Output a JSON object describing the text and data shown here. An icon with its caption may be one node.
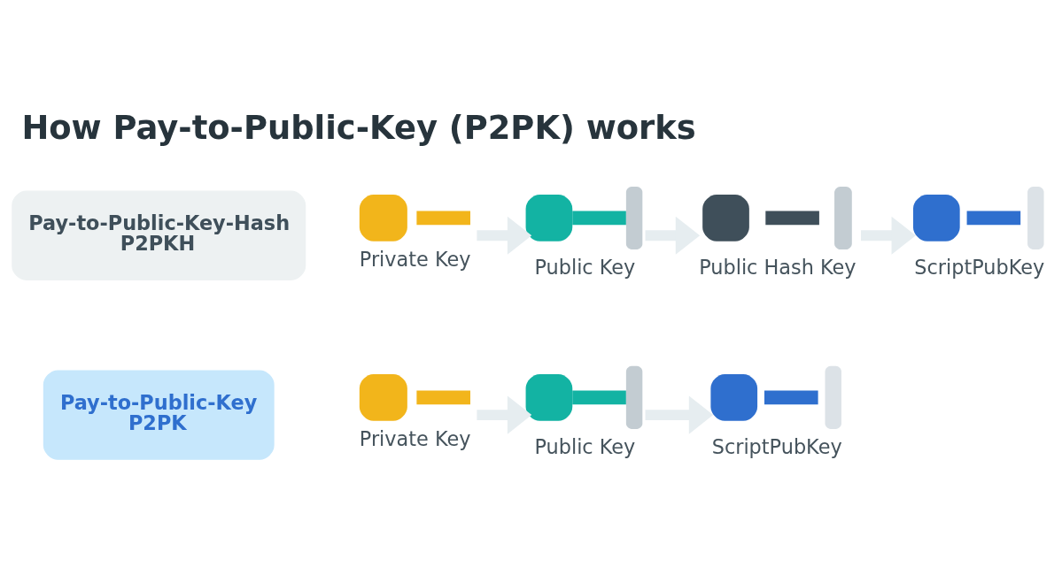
{
  "diagram": {
    "title": "How Pay-to-Public-Key (P2PK) works",
    "nodes": [
      {
        "text": [
          "Pay-to-Public-Key-Hash P2PKH"
        ]
      },
      {
        "text": [
          "Private Key"
        ]
      },
      {
        "text": [
          "Public Key"
        ]
      },
      {
        "text": [
          "Public Hash Key"
        ]
      },
      {
        "text": [
          "ScriptPubKey"
        ]
      },
      {
        "text": [
          "Pay-to-Public-Key P2PK"
        ]
      },
      {
        "text": [
          "Private Key"
        ]
      },
      {
        "text": [
          "Public Key"
        ]
      },
      {
        "text": [
          "ScriptPubKey"
        ]
      }
    ],
    "edges": [
      {
        "from": 1,
        "to": 2,
        "arrow": "to"
      },
      {
        "from": 2,
        "to": 3,
        "arrow": "to"
      },
      {
        "from": 3,
        "to": 4,
        "arrow": "to"
      },
      {
        "from": 6,
        "to": 7,
        "arrow": "to"
      },
      {
        "from": 7,
        "to": 8,
        "arrow": "to"
      }
    ]
  }
}
